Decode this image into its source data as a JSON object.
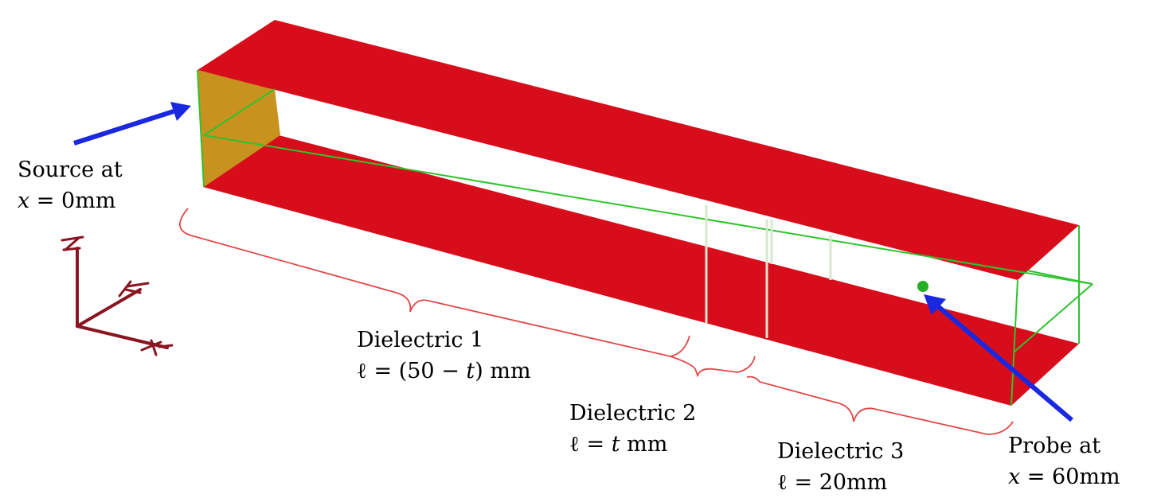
{
  "colors": {
    "wall": "#d80d1b",
    "source_face": "#c8921f",
    "dielectric_outline": "#2fc22f",
    "interface_line": "#d8e8cc",
    "probe": "#22b022",
    "arrow": "#1a28e0",
    "brace": "#e04848",
    "axes": "#8a1420"
  },
  "icons": {
    "probe": "probe-dot-icon",
    "axes": "xyz-axes-icon"
  },
  "labels": {
    "source": {
      "line1": "Source at",
      "line2": "𝑥 = 0mm"
    },
    "dielectric1": {
      "line1": "Dielectric 1",
      "line2": "ℓ = (50 − 𝑡) mm"
    },
    "dielectric2": {
      "line1": "Dielectric 2",
      "line2": "ℓ = 𝑡 mm"
    },
    "dielectric3": {
      "line1": "Dielectric 3",
      "line2": "ℓ = 20mm"
    },
    "probe": {
      "line1": "Probe at",
      "line2": "𝑥 = 60mm"
    }
  }
}
